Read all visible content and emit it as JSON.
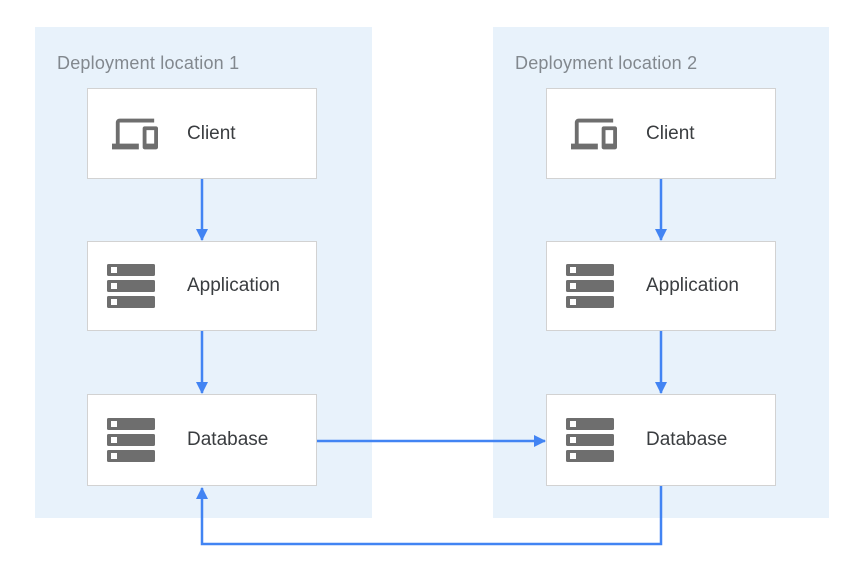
{
  "diagram": {
    "type": "architecture-diagram",
    "panels": [
      {
        "title": "Deployment location 1",
        "nodes": [
          {
            "id": "client-1",
            "label": "Client",
            "icon": "devices-icon"
          },
          {
            "id": "application-1",
            "label": "Application",
            "icon": "server-stack-icon"
          },
          {
            "id": "database-1",
            "label": "Database",
            "icon": "server-stack-icon"
          }
        ]
      },
      {
        "title": "Deployment location 2",
        "nodes": [
          {
            "id": "client-2",
            "label": "Client",
            "icon": "devices-icon"
          },
          {
            "id": "application-2",
            "label": "Application",
            "icon": "server-stack-icon"
          },
          {
            "id": "database-2",
            "label": "Database",
            "icon": "server-stack-icon"
          }
        ]
      }
    ],
    "connections": [
      {
        "from": "client-1",
        "to": "application-1",
        "style": "arrow"
      },
      {
        "from": "application-1",
        "to": "database-1",
        "style": "arrow"
      },
      {
        "from": "client-2",
        "to": "application-2",
        "style": "arrow"
      },
      {
        "from": "application-2",
        "to": "database-2",
        "style": "arrow"
      },
      {
        "from": "database-1",
        "to": "database-2",
        "style": "arrow"
      },
      {
        "from": "database-2",
        "to": "database-1",
        "style": "arrow-return-loop-bottom"
      }
    ],
    "colors": {
      "panel_background": "#e8f2fb",
      "arrow": "#4284f3",
      "icon_gray": "#6e6e6e",
      "node_background": "#ffffff",
      "node_border": "#d2d2d2",
      "panel_title_text": "#82888e",
      "node_label_text": "#3a3d40",
      "page_background": "#ffffff"
    }
  }
}
